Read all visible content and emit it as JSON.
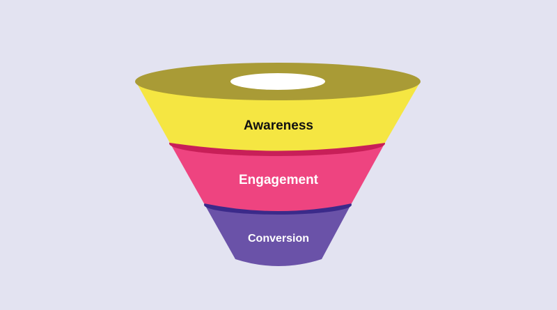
{
  "funnel": {
    "stages": [
      {
        "label": "Awareness",
        "fill": "#f5e642",
        "rim": "#a99b36",
        "text_color": "#111111"
      },
      {
        "label": "Engagement",
        "fill": "#ee4480",
        "rim": "#c81f58",
        "text_color": "#ffffff"
      },
      {
        "label": "Conversion",
        "fill": "#6a52a8",
        "rim": "#3b2a8a",
        "text_color": "#ffffff"
      }
    ],
    "opening_color": "#ffffff",
    "background": "#e3e3f1"
  }
}
